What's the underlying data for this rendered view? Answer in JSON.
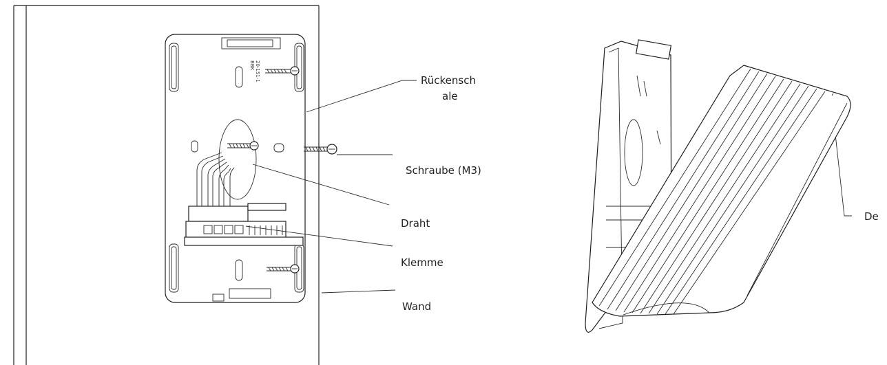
{
  "labels": {
    "back_shell": "Rückensch\nale",
    "screw": "Schraube (M3)",
    "wire": "Draht",
    "terminal": "Klemme",
    "wall": "Wand",
    "cover": "De"
  },
  "part_code": [
    "20-151-1",
    "BBK"
  ]
}
